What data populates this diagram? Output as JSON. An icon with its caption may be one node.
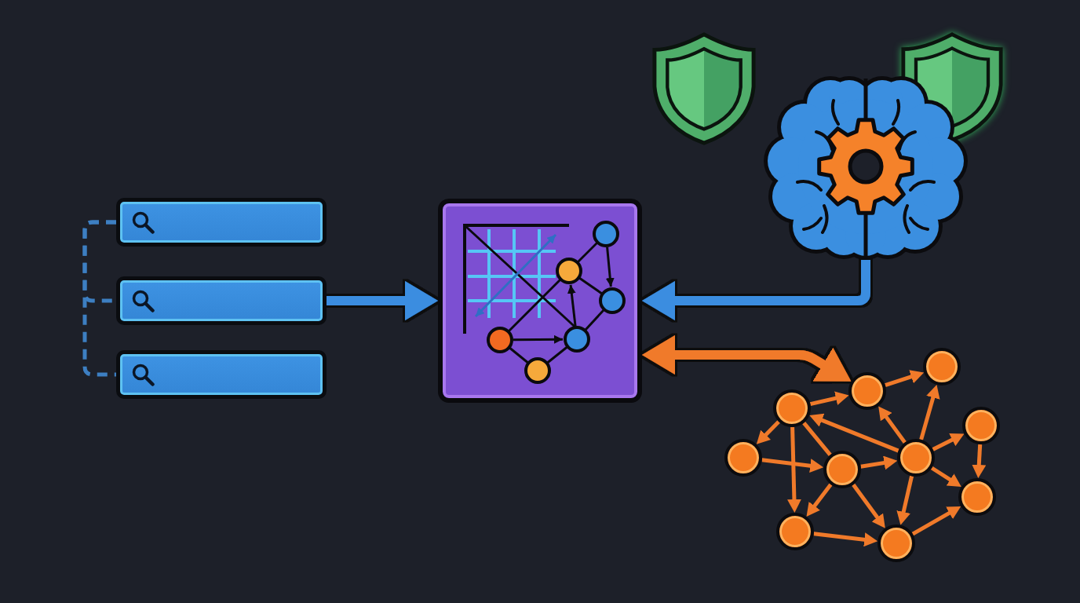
{
  "diagram": {
    "nodes": [
      {
        "text": [],
        "shape": "bar"
      },
      {
        "text": [],
        "shape": "bar"
      },
      {
        "text": [],
        "shape": "bar"
      },
      {
        "text": [],
        "shape": "box"
      },
      {
        "text": [],
        "shape": "picture"
      },
      {
        "text": [],
        "shape": "circle"
      },
      {
        "text": [],
        "shape": "circle"
      },
      {
        "text": [],
        "shape": "circle"
      },
      {
        "text": [],
        "shape": "circle"
      },
      {
        "text": [],
        "shape": "circle"
      },
      {
        "text": [],
        "shape": "circle"
      },
      {
        "text": [],
        "shape": "circle"
      },
      {
        "text": [],
        "shape": "circle"
      },
      {
        "text": [],
        "shape": "circle"
      },
      {
        "text": [],
        "shape": "circle"
      }
    ],
    "edges": [
      {
        "from": 0,
        "to": 1,
        "arrow": "none",
        "style": "dashed",
        "color": "#3d7fc2"
      },
      {
        "from": 0,
        "to": 2,
        "arrow": "none",
        "style": "dashed",
        "color": "#3d7fc2"
      },
      {
        "from": 1,
        "to": 3,
        "arrow": "to",
        "style": "thick",
        "color": "#3b8de0"
      },
      {
        "from": 4,
        "to": 3,
        "arrow": "to",
        "style": "thick",
        "color": "#3b8de0"
      },
      {
        "from": 3,
        "to": 5,
        "arrow": "both",
        "style": "thick"
      },
      {
        "from": 7,
        "to": 5,
        "arrow": "to"
      },
      {
        "from": 5,
        "to": 6,
        "arrow": "to"
      },
      {
        "from": 7,
        "to": 8,
        "arrow": "to"
      },
      {
        "from": 7,
        "to": 13,
        "arrow": "to"
      },
      {
        "from": 7,
        "to": 9,
        "arrow": "none"
      },
      {
        "from": 8,
        "to": 9,
        "arrow": "to"
      },
      {
        "from": 10,
        "to": 7,
        "arrow": "to"
      },
      {
        "from": 10,
        "to": 5,
        "arrow": "to"
      },
      {
        "from": 10,
        "to": 6,
        "arrow": "to"
      },
      {
        "from": 9,
        "to": 10,
        "arrow": "to"
      },
      {
        "from": 10,
        "to": 11,
        "arrow": "to"
      },
      {
        "from": 11,
        "to": 12,
        "arrow": "to"
      },
      {
        "from": 10,
        "to": 12,
        "arrow": "to"
      },
      {
        "from": 10,
        "to": 14,
        "arrow": "to"
      },
      {
        "from": 9,
        "to": 13,
        "arrow": "to"
      },
      {
        "from": 9,
        "to": 14,
        "arrow": "to"
      },
      {
        "from": 13,
        "to": 14,
        "arrow": "to"
      },
      {
        "from": 14,
        "to": 12,
        "arrow": "to"
      }
    ]
  }
}
